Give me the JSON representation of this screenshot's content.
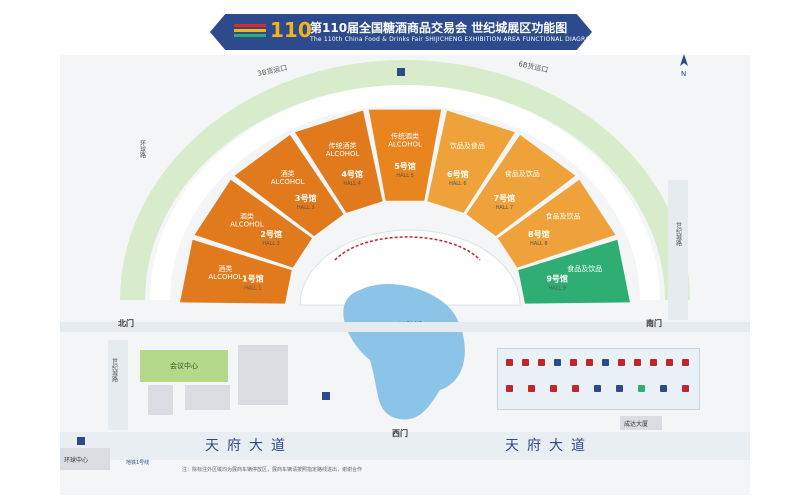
{
  "banner": {
    "logo_number": "110",
    "title_zh": "第110届全国糖酒商品交易会 世纪城展区功能图",
    "title_en": "The 110th China Food & Drinks Fair SHIJICHENG EXHIBITION AREA FUNCTIONAL DIAGRAM"
  },
  "halls": [
    {
      "num": "1号馆",
      "zh": "酒类",
      "en": "ALCOHOL",
      "sub": "HALL 1",
      "color": "#e17a1d"
    },
    {
      "num": "2号馆",
      "zh": "酒类",
      "en": "ALCOHOL",
      "sub": "HALL 2",
      "color": "#e17a1d"
    },
    {
      "num": "3号馆",
      "zh": "酒类",
      "en": "ALCOHOL",
      "sub": "HALL 3",
      "color": "#e17a1d"
    },
    {
      "num": "4号馆",
      "zh": "传统酒类",
      "en": "ALCOHOL",
      "sub": "HALL 4",
      "color": "#e17a1d"
    },
    {
      "num": "5号馆",
      "zh": "传统酒类",
      "en": "ALCOHOL",
      "sub": "HALL 5",
      "color": "#e8851e"
    },
    {
      "num": "6号馆",
      "zh": "饮品及食品",
      "en": "",
      "sub": "HALL 6",
      "color": "#f0a23a"
    },
    {
      "num": "7号馆",
      "zh": "食品及饮品",
      "en": "",
      "sub": "HALL 7",
      "color": "#f0a23a"
    },
    {
      "num": "8号馆",
      "zh": "食品及饮品",
      "en": "",
      "sub": "HALL 8",
      "color": "#f0a23a"
    },
    {
      "num": "9号馆",
      "zh": "食品及饮品",
      "en": "",
      "sub": "HALL 9",
      "color": "#2fae74"
    }
  ],
  "labels": {
    "gate_3b": "3B货运口",
    "gate_6b": "6B货运口",
    "north_gate": "北门",
    "south_gate": "南门",
    "west_gate": "西门",
    "lake": "天鹅湖",
    "conference": "会议中心",
    "avenue_left": "天府大道",
    "avenue_right": "天府大道",
    "shiji_road_left": "世纪城路",
    "shiji_road_right": "世纪城路",
    "ring_center": "环球中心",
    "metro": "地铁1号线",
    "chengda": "成达大厦",
    "huanqiu_road": "环球路"
  },
  "footnote": "注：除标注外区域均为展商车辆停放区，展商车辆请按照指定路线进出，谢谢合作",
  "colors": {
    "hall_orange": "#e17a1d",
    "hall_light_orange": "#f0a23a",
    "hall_green": "#2fae74",
    "lake": "#8cc4e8",
    "lawn": "#d8eccb",
    "road": "#eef2f5",
    "conference": "#b4d98a",
    "brand_blue": "#2d4a8c"
  },
  "compass": {
    "letter": "N"
  }
}
